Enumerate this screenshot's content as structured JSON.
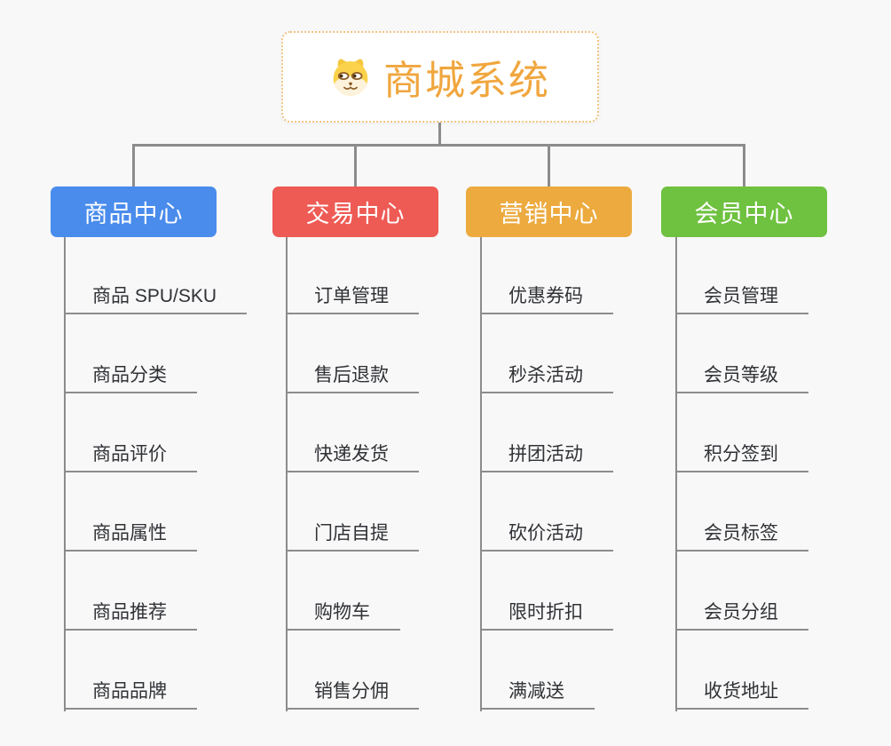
{
  "root": {
    "title": "商城系统",
    "icon": "dog-face-icon"
  },
  "branches": [
    {
      "label": "商品中心",
      "color": "#4a8cec",
      "children": [
        "商品 SPU/SKU",
        "商品分类",
        "商品评价",
        "商品属性",
        "商品推荐",
        "商品品牌"
      ]
    },
    {
      "label": "交易中心",
      "color": "#ee5a54",
      "children": [
        "订单管理",
        "售后退款",
        "快递发货",
        "门店自提",
        "购物车",
        "销售分佣"
      ]
    },
    {
      "label": "营销中心",
      "color": "#ecaa3f",
      "children": [
        "优惠券码",
        "秒杀活动",
        "拼团活动",
        "砍价活动",
        "限时折扣",
        "满减送"
      ]
    },
    {
      "label": "会员中心",
      "color": "#6fc140",
      "children": [
        "会员管理",
        "会员等级",
        "积分签到",
        "会员标签",
        "会员分组",
        "收货地址"
      ]
    }
  ],
  "colors": {
    "canvas_background": "#f8f8f8",
    "connector": "#8c8c8c",
    "root_title": "#f0a63e",
    "root_border": "#f2c482",
    "child_text": "#303236"
  }
}
